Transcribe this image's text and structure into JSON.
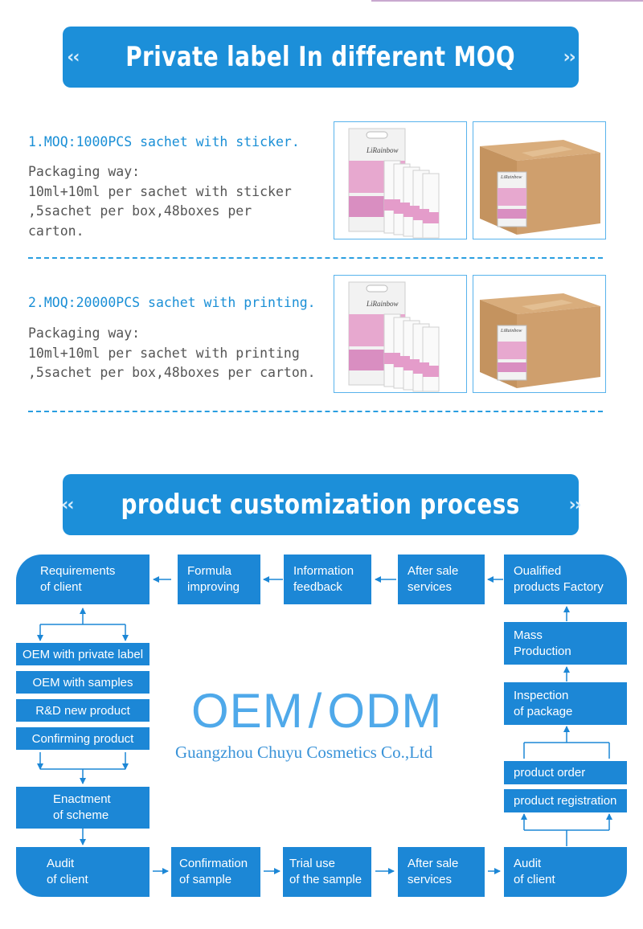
{
  "colors": {
    "accent": "#1c87d6",
    "banner": "#1c8fd9",
    "title_text": "#1a8fd6",
    "body_text": "#555555"
  },
  "banner1": {
    "left_arrows": "‹‹",
    "title": "Private label In different MOQ",
    "right_arrows": "››"
  },
  "moq": [
    {
      "title": "1.MOQ:1000PCS sachet with sticker.",
      "body": "Packaging way:\n10ml+10ml per sachet with sticker\n,5sachet per box,48boxes per\ncarton.",
      "brand": "LiRainbow"
    },
    {
      "title": "2.MOQ:20000PCS sachet with printing.",
      "body": "Packaging way:\n10ml+10ml per sachet with printing\n,5sachet per box,48boxes per carton.",
      "brand": "LiRainbow"
    }
  ],
  "banner2": {
    "left_arrows": "‹‹",
    "title": "product customization process",
    "right_arrows": "››"
  },
  "process": {
    "requirements": [
      "Requirements",
      "of client"
    ],
    "formula": [
      "Formula",
      "improving"
    ],
    "information": [
      "Information",
      "feedback"
    ],
    "after_sale_top": [
      "After sale",
      "services"
    ],
    "qualified": [
      "Oualified",
      "products Factory"
    ],
    "left_options": [
      "OEM with private label",
      "OEM with samples",
      "R&D new product",
      "Confirming product"
    ],
    "enactment": [
      "Enactment",
      "of scheme"
    ],
    "audit_left": [
      "Audit",
      "of client"
    ],
    "confirmation": [
      "Confirmation",
      "of sample"
    ],
    "trial": [
      "Trial use",
      "of the sample"
    ],
    "after_sale_bottom": [
      "After sale",
      "services"
    ],
    "audit_right": [
      "Audit",
      "of client"
    ],
    "mass": [
      "Mass",
      "Production"
    ],
    "inspection": [
      "Inspection",
      "of package"
    ],
    "right_options": [
      "product order",
      "product registration"
    ]
  },
  "center": {
    "oem": "OEM",
    "slash": "/",
    "odm": "ODM",
    "company": "Guangzhou Chuyu Cosmetics Co.,Ltd"
  }
}
